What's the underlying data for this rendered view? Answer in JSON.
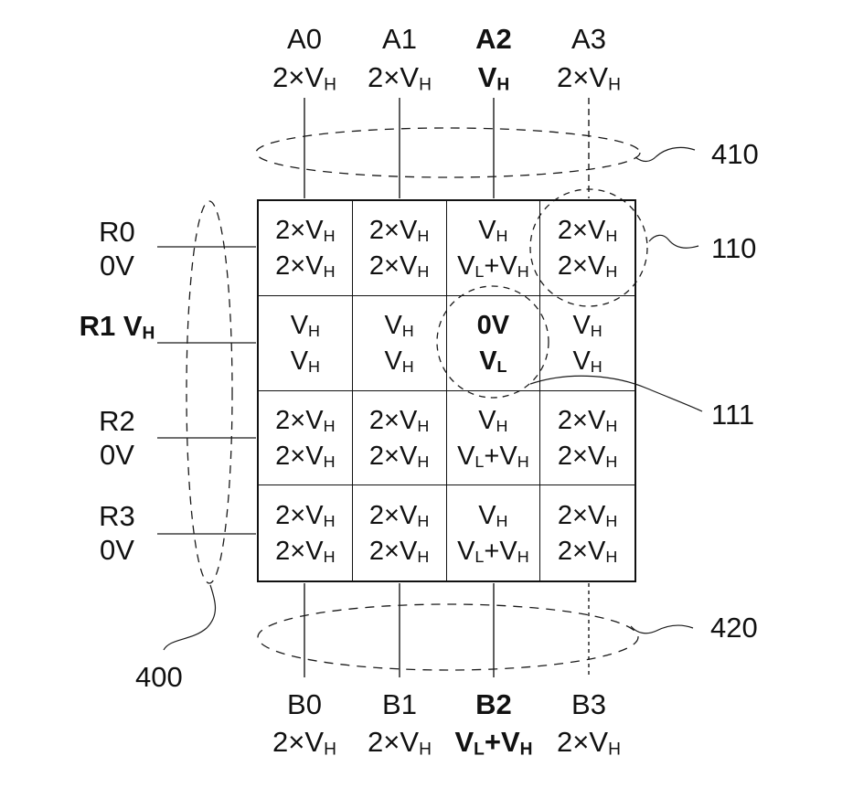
{
  "figure": {
    "top_labels": [
      {
        "name": "A0",
        "value": "2×V_H",
        "bold": false
      },
      {
        "name": "A1",
        "value": "2×V_H",
        "bold": false
      },
      {
        "name": "A2",
        "value": "V_H",
        "bold": true
      },
      {
        "name": "A3",
        "value": "2×V_H",
        "bold": false
      }
    ],
    "left_labels": [
      {
        "name": "R0",
        "value": "0V",
        "bold": false
      },
      {
        "name": "R1",
        "value": "V_H",
        "bold": true
      },
      {
        "name": "R2",
        "value": "0V",
        "bold": false
      },
      {
        "name": "R3",
        "value": "0V",
        "bold": false
      }
    ],
    "bottom_labels": [
      {
        "name": "B0",
        "value": "2×V_H",
        "bold": false
      },
      {
        "name": "B1",
        "value": "2×V_H",
        "bold": false
      },
      {
        "name": "B2",
        "value": "V_L+V_H",
        "bold": true
      },
      {
        "name": "B3",
        "value": "2×V_H",
        "bold": false
      }
    ],
    "grid": {
      "rows": [
        {
          "cells": [
            {
              "line1": "2×V_H",
              "line2": "2×V_H",
              "bold": false
            },
            {
              "line1": "2×V_H",
              "line2": "2×V_H",
              "bold": false
            },
            {
              "line1": "V_H",
              "line2": "V_L+V_H",
              "bold": false
            },
            {
              "line1": "2×V_H",
              "line2": "2×V_H",
              "bold": false
            }
          ]
        },
        {
          "cells": [
            {
              "line1": "V_H",
              "line2": "V_H",
              "bold": false
            },
            {
              "line1": "V_H",
              "line2": "V_H",
              "bold": false
            },
            {
              "line1": "0V",
              "line2": "V_L",
              "bold": true
            },
            {
              "line1": "V_H",
              "line2": "V_H",
              "bold": false
            }
          ]
        },
        {
          "cells": [
            {
              "line1": "2×V_H",
              "line2": "2×V_H",
              "bold": false
            },
            {
              "line1": "2×V_H",
              "line2": "2×V_H",
              "bold": false
            },
            {
              "line1": "V_H",
              "line2": "V_L+V_H",
              "bold": false
            },
            {
              "line1": "2×V_H",
              "line2": "2×V_H",
              "bold": false
            }
          ]
        },
        {
          "cells": [
            {
              "line1": "2×V_H",
              "line2": "2×V_H",
              "bold": false
            },
            {
              "line1": "2×V_H",
              "line2": "2×V_H",
              "bold": false
            },
            {
              "line1": "V_H",
              "line2": "V_L+V_H",
              "bold": false
            },
            {
              "line1": "2×V_H",
              "line2": "2×V_H",
              "bold": false
            }
          ]
        }
      ]
    },
    "callouts": {
      "top_ellipse": "410",
      "top_right_cell": "110",
      "center_cell": "111",
      "bottom_ellipse": "420",
      "left_ellipse": "400"
    },
    "colors": {
      "ink": "#111111",
      "background": "#ffffff"
    }
  }
}
